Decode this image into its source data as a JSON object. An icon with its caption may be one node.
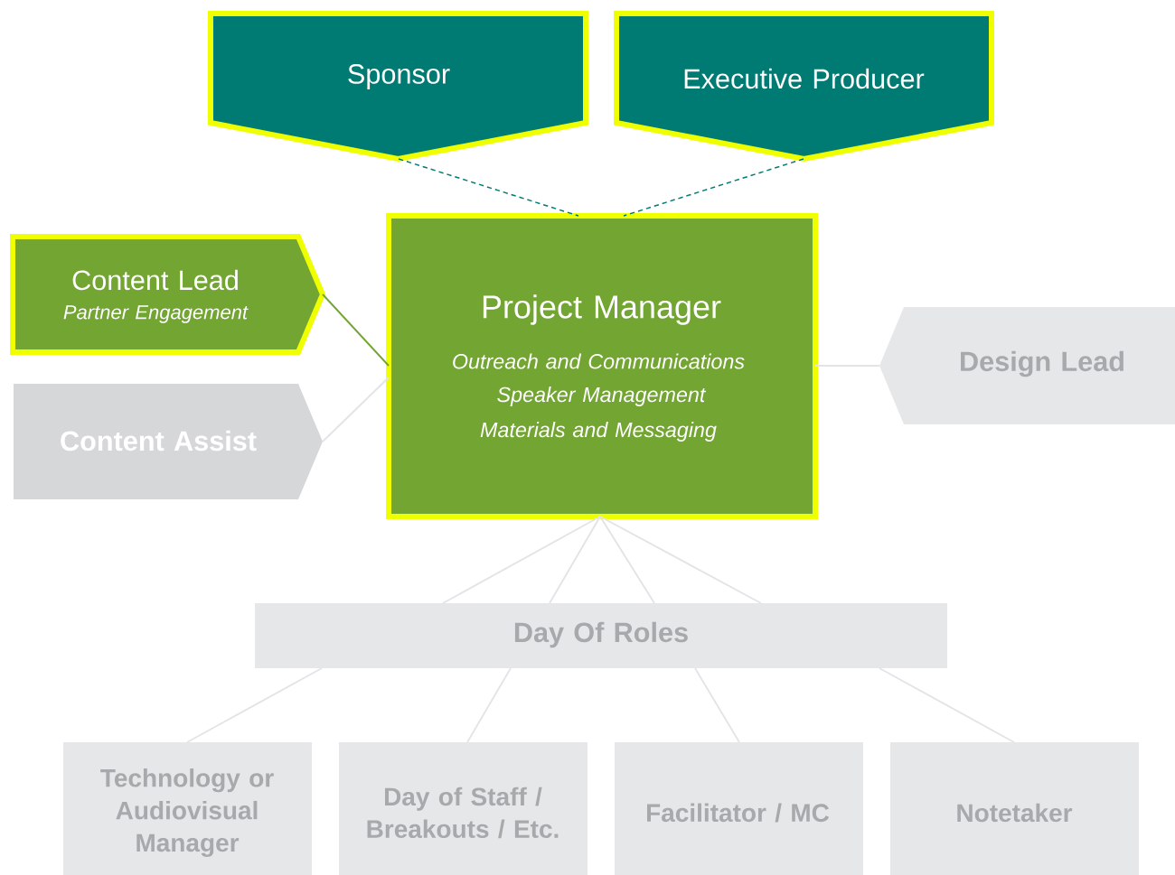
{
  "diagram": {
    "nodes": [
      {
        "text": [
          "Sponsor"
        ]
      },
      {
        "text": [
          "Executive Producer"
        ]
      },
      {
        "text": [
          "Project Manager",
          "Outreach and Communications",
          "Speaker Management",
          "Materials and Messaging"
        ]
      },
      {
        "text": [
          "Content Lead",
          "Partner Engagement"
        ]
      },
      {
        "text": [
          "Content Assist"
        ]
      },
      {
        "text": [
          "Design Lead"
        ]
      },
      {
        "text": [
          "Day Of Roles"
        ]
      },
      {
        "text": [
          "Technology or Audiovisual Manager"
        ]
      },
      {
        "text": [
          "Day of Staff / Breakouts / Etc."
        ]
      },
      {
        "text": [
          "Facilitator / MC"
        ]
      },
      {
        "text": [
          "Notetaker"
        ]
      }
    ],
    "edges": [
      {
        "from": 0,
        "to": 2,
        "arrow": "none",
        "style": "dashed",
        "color": "#007b73"
      },
      {
        "from": 1,
        "to": 2,
        "arrow": "none",
        "style": "dashed",
        "color": "#007b73"
      },
      {
        "from": 3,
        "to": 2,
        "arrow": "none",
        "color": "#72a532"
      },
      {
        "from": 4,
        "to": 2,
        "arrow": "none"
      },
      {
        "from": 2,
        "to": 5,
        "arrow": "none"
      },
      {
        "from": 2,
        "to": 6,
        "arrow": "none"
      },
      {
        "from": 2,
        "to": 6,
        "arrow": "none"
      },
      {
        "from": 2,
        "to": 6,
        "arrow": "none"
      },
      {
        "from": 2,
        "to": 6,
        "arrow": "none"
      },
      {
        "from": 6,
        "to": 7,
        "arrow": "none"
      },
      {
        "from": 6,
        "to": 8,
        "arrow": "none"
      },
      {
        "from": 6,
        "to": 9,
        "arrow": "none"
      },
      {
        "from": 6,
        "to": 10,
        "arrow": "none"
      }
    ]
  }
}
